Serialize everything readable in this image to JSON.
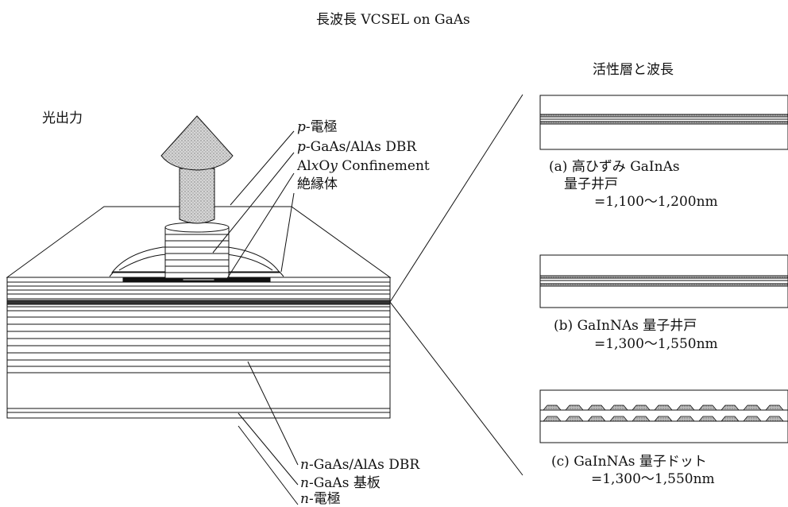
{
  "title": "長波長 VCSEL on GaAs",
  "light_output": "光出力",
  "labels": {
    "p_electrode": {
      "prefix": "p",
      "rest": "-電極"
    },
    "p_dbr": {
      "prefix": "p",
      "rest": "-GaAs/AlAs DBR"
    },
    "confinement": {
      "al": "Al",
      "x": "x",
      "o": "O",
      "y": "y",
      "rest": " Confinement"
    },
    "insulator": "絶縁体",
    "n_dbr": {
      "prefix": "n",
      "rest": "-GaAs/AlAs DBR"
    },
    "n_substrate": {
      "prefix": "n",
      "rest": "-GaAs 基板"
    },
    "n_electrode": {
      "prefix": "n",
      "rest": "-電極"
    }
  },
  "active_layer": {
    "heading": "活性層と波長",
    "panels": [
      {
        "id": "a",
        "tag": "(a)",
        "line1": "高ひずみ GaInAs",
        "line2": "量子井戸",
        "line3": "=1,100～1,200nm"
      },
      {
        "id": "b",
        "tag": "(b)",
        "line1": "GaInNAs 量子井戸",
        "line3": "=1,300～1,550nm"
      },
      {
        "id": "c",
        "tag": "(c)",
        "line1": "GaInNAs 量子ドット",
        "line3": "=1,300～1,550nm"
      }
    ]
  },
  "colors": {
    "line": "#111111",
    "arrow_fill": "#c9c9c9",
    "electrode": "#111111"
  }
}
